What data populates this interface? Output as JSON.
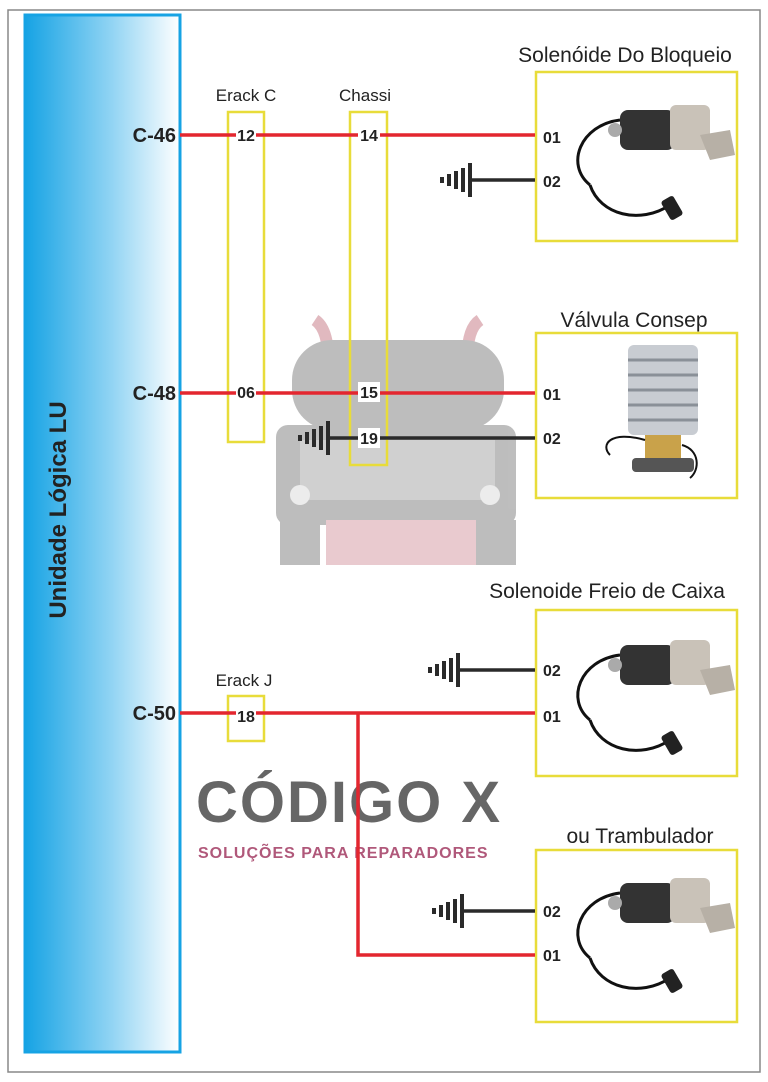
{
  "controller": {
    "label": "Unidade Lógica LU",
    "color": "#1aa7e6"
  },
  "signals": [
    {
      "id": "C-46"
    },
    {
      "id": "C-48"
    },
    {
      "id": "C-50"
    }
  ],
  "connectors": {
    "erack_c": {
      "label": "Erack C",
      "pins": [
        "12",
        "06"
      ]
    },
    "chassi": {
      "label": "Chassi",
      "pins": [
        "14",
        "15",
        "19"
      ]
    },
    "erack_j": {
      "label": "Erack J",
      "pins": [
        "18"
      ]
    }
  },
  "devices": [
    {
      "title": "Solenóide Do Bloqueio",
      "pins": [
        "01",
        "02"
      ]
    },
    {
      "title": "Válvula Consep",
      "pins": [
        "01",
        "02"
      ]
    },
    {
      "title": "Solenoide Freio de Caixa",
      "pins": [
        "02",
        "01"
      ]
    },
    {
      "title": "ou Trambulador",
      "pins": [
        "02",
        "01"
      ]
    }
  ],
  "watermark": {
    "brand": "CÓDIGO X",
    "tagline": "SOLUÇÕES PARA REPARADORES"
  },
  "colors": {
    "wire_signal": "#e3262f",
    "wire_ground": "#2a2a2a",
    "connector_box": "#e8dc3a"
  }
}
